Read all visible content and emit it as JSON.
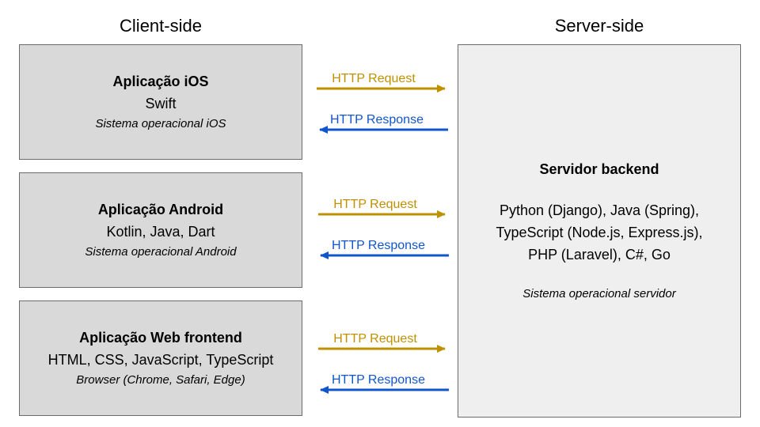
{
  "headers": {
    "client": "Client-side",
    "server": "Server-side"
  },
  "client_boxes": [
    {
      "title": "Aplicação iOS",
      "languages": "Swift",
      "os": "Sistema operacional iOS"
    },
    {
      "title": "Aplicação Android",
      "languages": "Kotlin, Java, Dart",
      "os": "Sistema operacional Android"
    },
    {
      "title": "Aplicação Web frontend",
      "languages": "HTML, CSS, JavaScript, TypeScript",
      "os": "Browser (Chrome, Safari, Edge)"
    }
  ],
  "server_box": {
    "title": "Servidor backend",
    "languages": [
      "Python (Django), Java (Spring),",
      "TypeScript (Node.js, Express.js),",
      "PHP (Laravel), C#, Go"
    ],
    "os": "Sistema operacional servidor"
  },
  "arrows": {
    "request_label": "HTTP Request",
    "response_label": "HTTP Response",
    "request_color": "#bf9000",
    "response_color": "#1155cc"
  }
}
